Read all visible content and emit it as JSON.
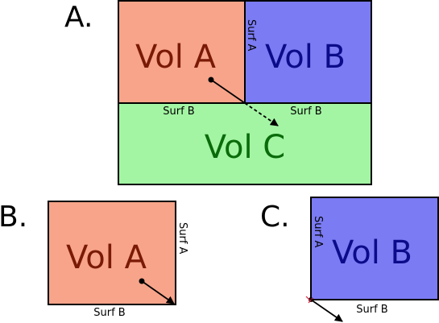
{
  "panels": {
    "a": {
      "letter": "A."
    },
    "b": {
      "letter": "B."
    },
    "c": {
      "letter": "C."
    }
  },
  "volumes": {
    "vol_a": "Vol A",
    "vol_b": "Vol B",
    "vol_c": "Vol C"
  },
  "surfaces": {
    "surf_a": "Surf A",
    "surf_b": "Surf B"
  },
  "colors": {
    "vol_a_fill": "#f7a48a",
    "vol_a_text": "#7a1a06",
    "vol_b_fill": "#7b7bf3",
    "vol_b_text": "#0c0c8a",
    "vol_c_fill": "#a3f5a3",
    "vol_c_text": "#0a6b0a",
    "outline": "#000000",
    "collision_mark": "#e0203c"
  }
}
